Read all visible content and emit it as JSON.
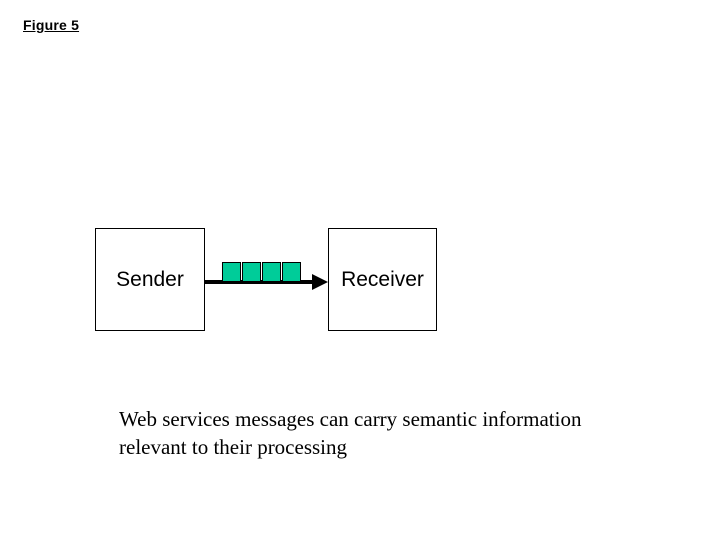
{
  "figure_label": "Figure 5",
  "diagram": {
    "sender_label": "Sender",
    "receiver_label": "Receiver",
    "message_squares": {
      "count": 4,
      "color": "#00CC99"
    }
  },
  "caption": {
    "lines": [
      "Web services messages can carry semantic information",
      "relevant to their processing"
    ]
  },
  "colors": {
    "background": "#FFFFFF",
    "text": "#000000",
    "box_border": "#000000",
    "arrow": "#000000"
  }
}
